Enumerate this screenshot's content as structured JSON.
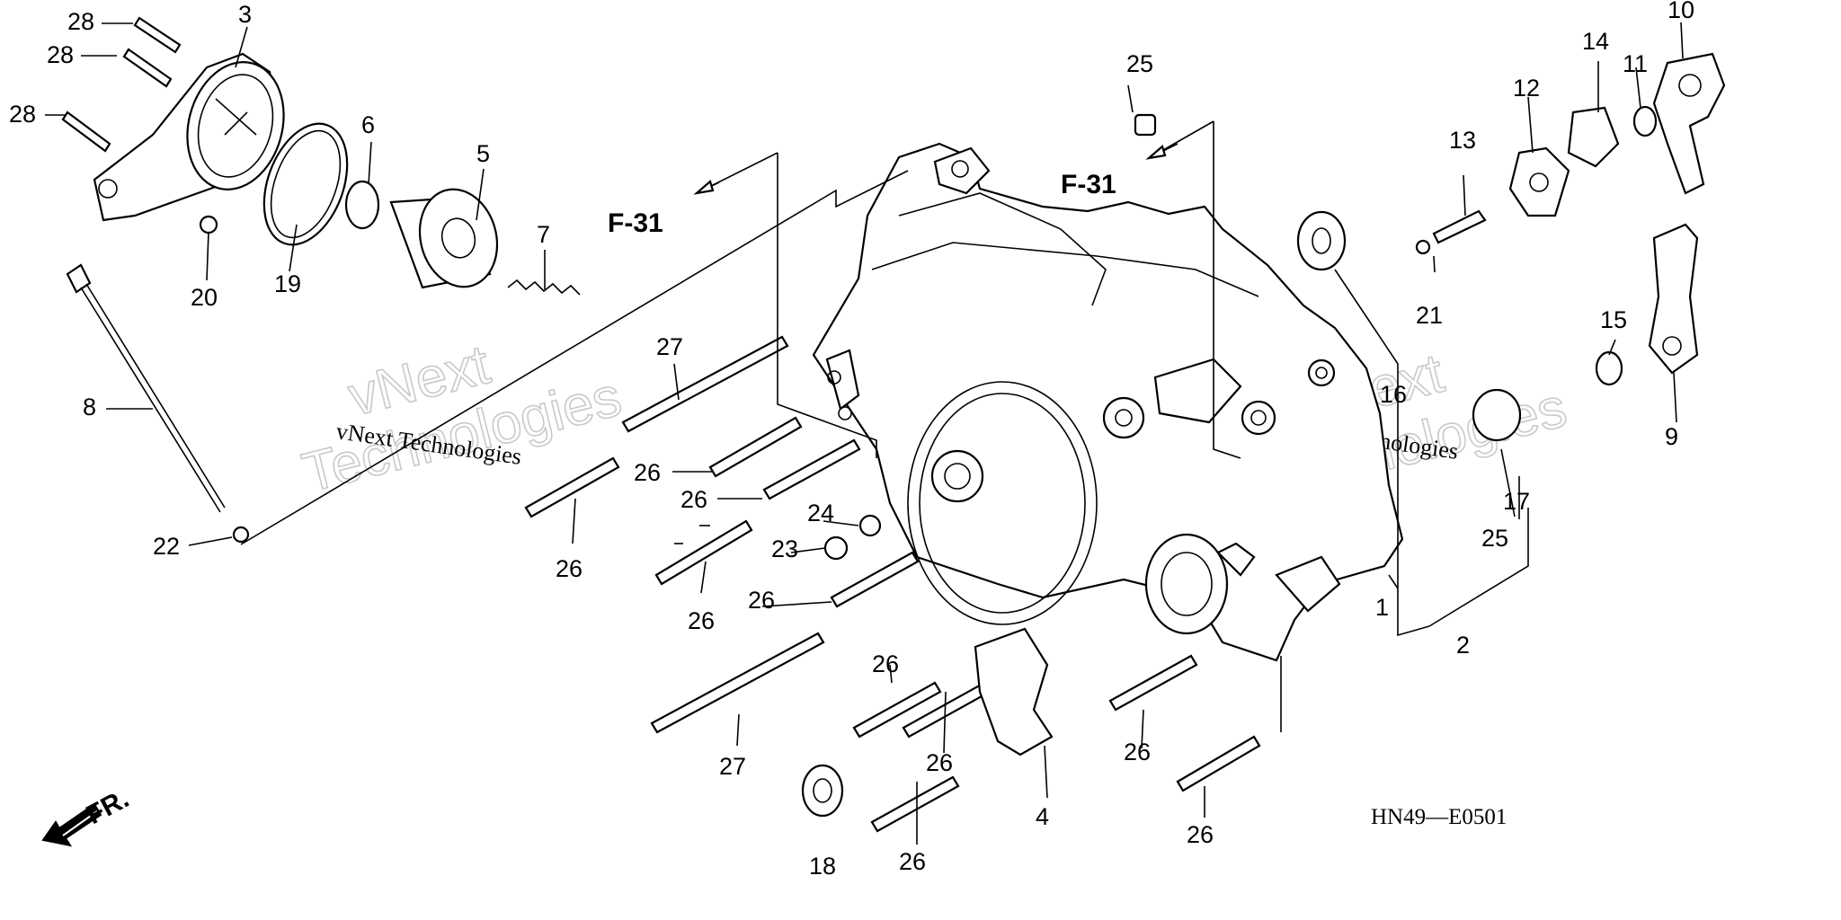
{
  "diagram": {
    "part_numbers": {
      "p1": "1",
      "p2": "2",
      "p3": "3",
      "p4": "4",
      "p5": "5",
      "p6": "6",
      "p7": "7",
      "p8": "8",
      "p9": "9",
      "p10": "10",
      "p11": "11",
      "p12": "12",
      "p13": "13",
      "p14": "14",
      "p15": "15",
      "p16": "16",
      "p17": "17",
      "p18": "18",
      "p19": "19",
      "p20": "20",
      "p21": "21",
      "p22": "22",
      "p23": "23",
      "p24": "24",
      "p25": "25",
      "p26": "26",
      "p27": "27",
      "p28": "28"
    },
    "reference_tag": "F-31",
    "front_marker": "FR.",
    "drawing_code": "HN49—E0501",
    "watermark": {
      "line1": "vNext",
      "line2": "Technologies",
      "small": "vNext Technologies"
    }
  }
}
